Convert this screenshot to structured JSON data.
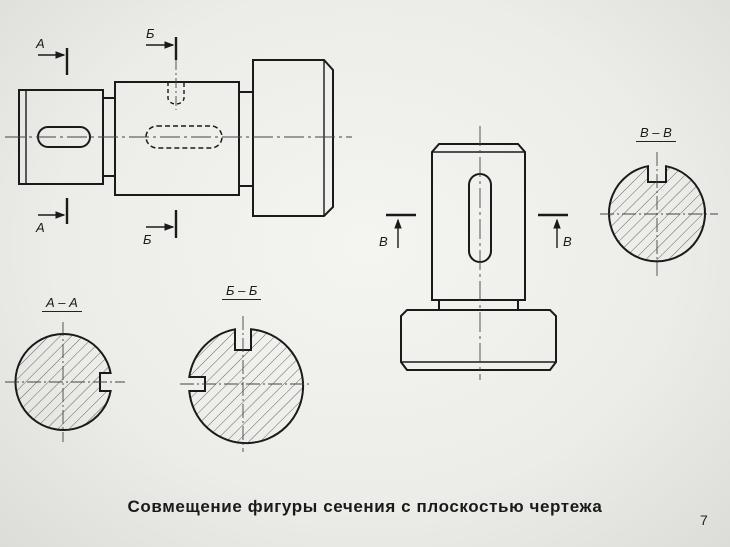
{
  "caption": "Совмещение фигуры сечения с плоскостью чертежа",
  "page_number": "7",
  "cut_labels": {
    "a_top": "А",
    "a_bottom": "А",
    "b_top": "Б",
    "b_bottom": "Б",
    "v_left": "В",
    "v_right": "В"
  },
  "section_titles": {
    "a": "А – А",
    "b": "Б – Б",
    "v": "В – В"
  }
}
